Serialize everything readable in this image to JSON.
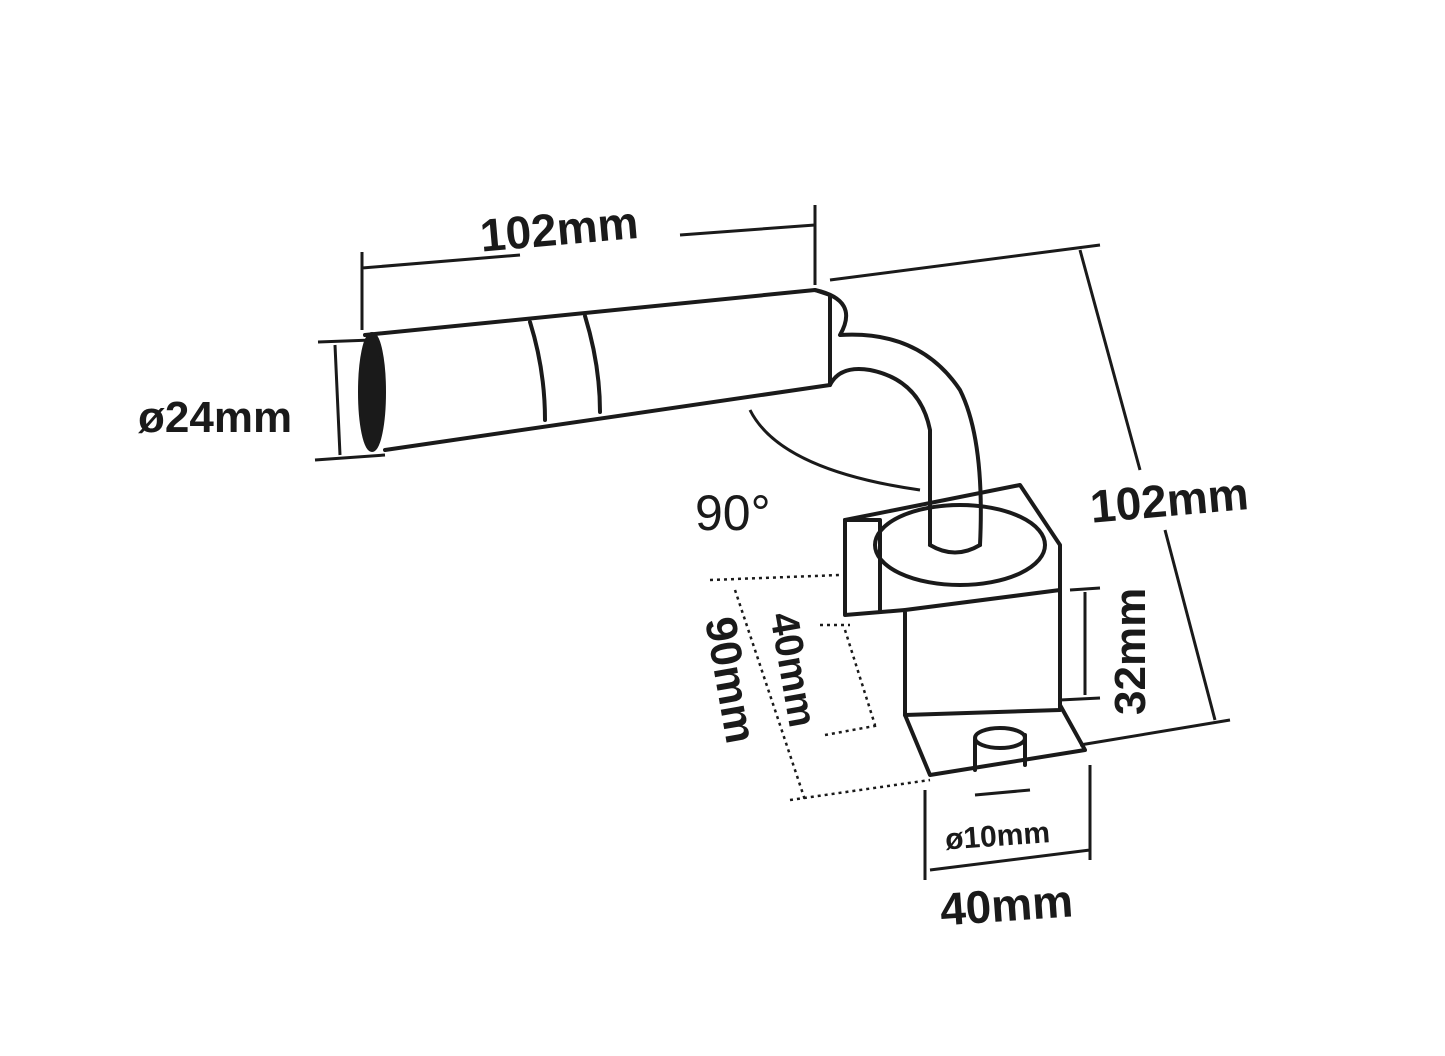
{
  "diagram": {
    "labels": {
      "pipe_length": "102mm",
      "pipe_diameter": "ø24mm",
      "angle": "90°",
      "total_height": "102mm",
      "block_height": "32mm",
      "base_length": "90mm",
      "block_depth": "40mm",
      "hole_diameter": "ø10mm",
      "base_width": "40mm"
    }
  }
}
